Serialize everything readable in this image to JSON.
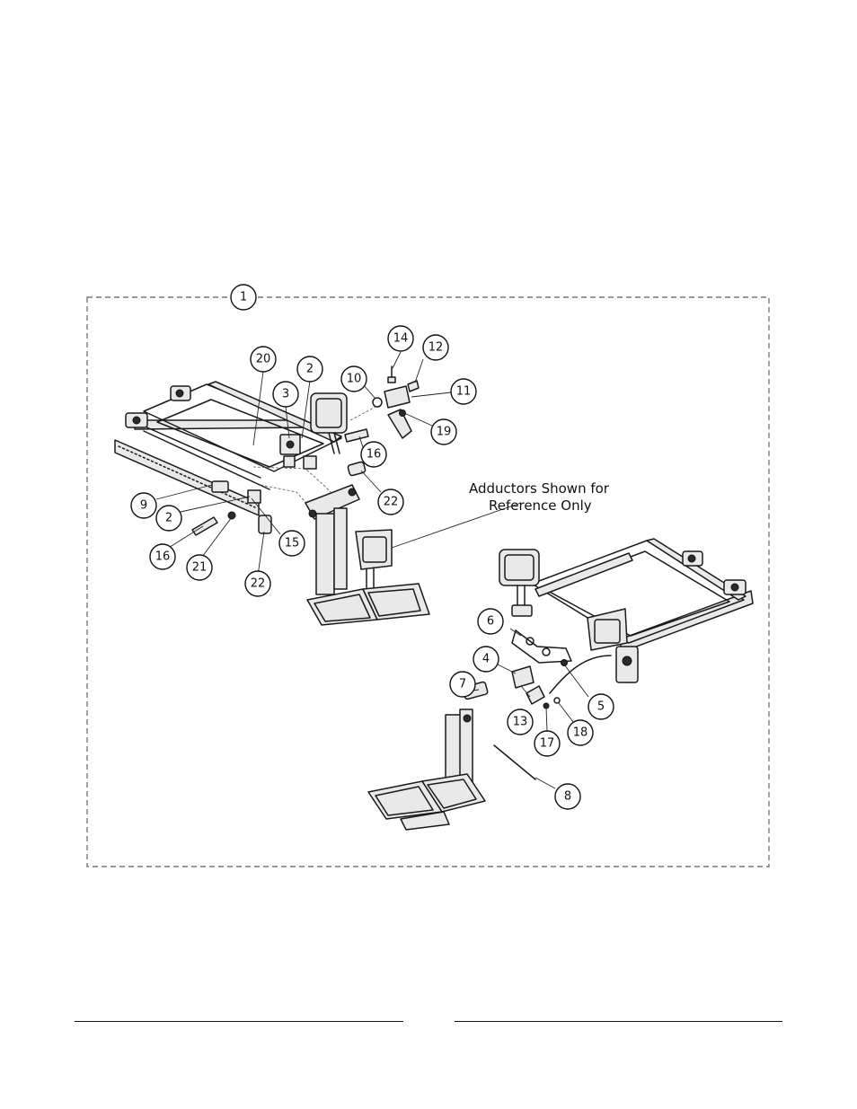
{
  "assembly_callout": "1",
  "note": {
    "line1": "Adductors Shown for",
    "line2": "Reference Only"
  },
  "callouts": [
    {
      "id": "c20",
      "label": "20"
    },
    {
      "id": "c2a",
      "label": "2"
    },
    {
      "id": "c3",
      "label": "3"
    },
    {
      "id": "c10",
      "label": "10"
    },
    {
      "id": "c14",
      "label": "14"
    },
    {
      "id": "c12",
      "label": "12"
    },
    {
      "id": "c11",
      "label": "11"
    },
    {
      "id": "c19",
      "label": "19"
    },
    {
      "id": "c16a",
      "label": "16"
    },
    {
      "id": "c22a",
      "label": "22"
    },
    {
      "id": "c9",
      "label": "9"
    },
    {
      "id": "c2b",
      "label": "2"
    },
    {
      "id": "c16b",
      "label": "16"
    },
    {
      "id": "c21",
      "label": "21"
    },
    {
      "id": "c15",
      "label": "15"
    },
    {
      "id": "c22b",
      "label": "22"
    },
    {
      "id": "c6",
      "label": "6"
    },
    {
      "id": "c4",
      "label": "4"
    },
    {
      "id": "c7",
      "label": "7"
    },
    {
      "id": "c5",
      "label": "5"
    },
    {
      "id": "c13",
      "label": "13"
    },
    {
      "id": "c17",
      "label": "17"
    },
    {
      "id": "c18",
      "label": "18"
    },
    {
      "id": "c8",
      "label": "8"
    }
  ]
}
